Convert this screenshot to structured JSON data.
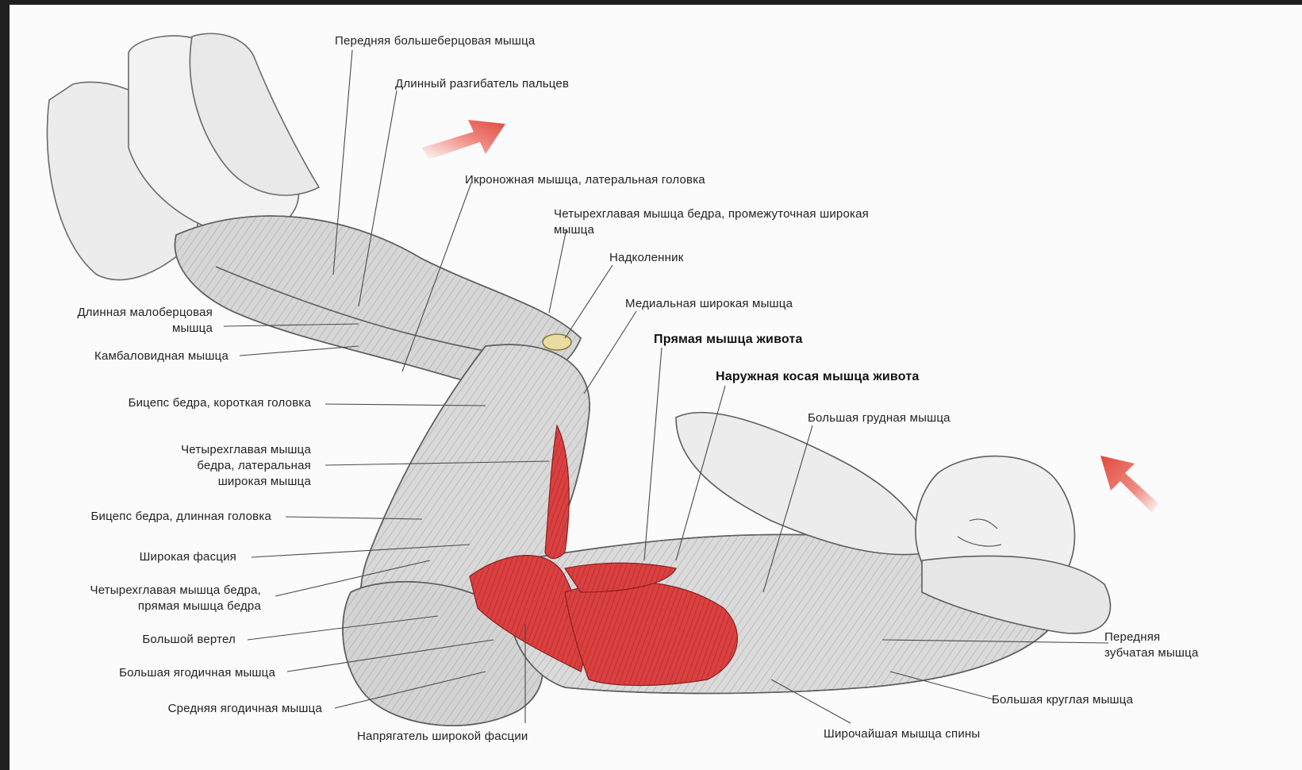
{
  "labels": {
    "tibialis_anterior": "Передняя большеберцовая мышца",
    "ext_digitorum_longus": "Длинный разгибатель пальцев",
    "gastrocnemius_lateral": "Икроножная мышца, латеральная головка",
    "vastus_intermedius_1": "Четырехглавая мышца бедра, промежуточная широкая",
    "vastus_intermedius_2": "мышца",
    "patella": "Надколенник",
    "vastus_medialis": "Медиальная широкая мышца",
    "rectus_abdominis": "Прямая мышца живота",
    "external_oblique": "Наружная косая мышца живота",
    "pectoralis_major": "Большая грудная мышца",
    "peroneus_longus_1": "Длинная малоберцовая",
    "peroneus_longus_2": "мышца",
    "soleus": "Камбаловидная мышца",
    "biceps_femoris_short": "Бицепс бедра, короткая головка",
    "vastus_lateralis_1": "Четырехглавая мышца",
    "vastus_lateralis_2": "бедра, латеральная",
    "vastus_lateralis_3": "широкая мышца",
    "biceps_femoris_long": "Бицепс бедра, длинная головка",
    "fascia_lata": "Широкая фасция",
    "rectus_femoris_1": "Четырехглавая мышца бедра,",
    "rectus_femoris_2": "прямая мышца бедра",
    "greater_trochanter": "Большой вертел",
    "gluteus_maximus": "Большая ягодичная мышца",
    "gluteus_medius": "Средняя ягодичная мышца",
    "tensor_fasciae_latae": "Напрягатель широкой фасции",
    "serratus_anterior_1": "Передняя",
    "serratus_anterior_2": "зубчатая мышца",
    "teres_major": "Большая круглая мышца",
    "latissimus_dorsi": "Широчайшая мышца спины"
  },
  "colors": {
    "highlight_muscle": "#d83a3a",
    "arrow": "#e5554a"
  }
}
